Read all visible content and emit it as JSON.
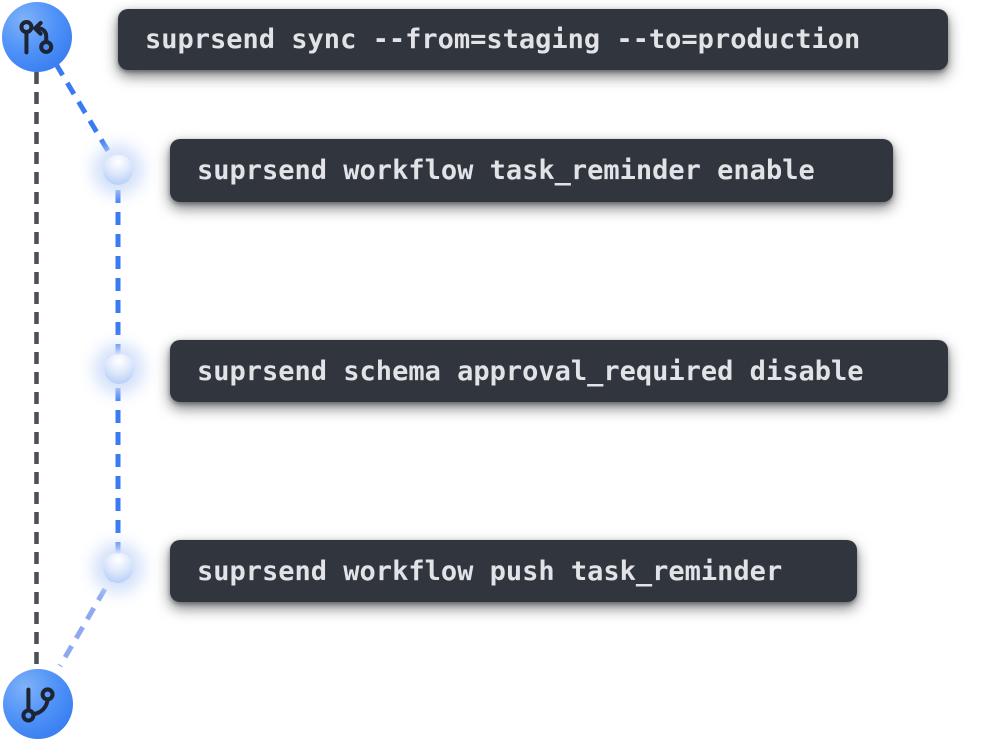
{
  "graphic": {
    "description": "CLI commands on a git-style vertical timeline",
    "commands": [
      {
        "text": "suprsend sync --from=staging --to=production"
      },
      {
        "text": "suprsend workflow task_reminder enable"
      },
      {
        "text": "suprsend schema approval_required disable"
      },
      {
        "text": "suprsend workflow push task_reminder"
      }
    ],
    "timeline": {
      "start_icon": "git-compare-arrows-icon",
      "end_icon": "git-branch-icon",
      "node_count": 3
    },
    "colors": {
      "background": "#ffffff",
      "command_box_bg": "#31353e",
      "command_text": "#e2e3e6",
      "blue_dashed_line": "#3b7bf2",
      "blue_dashed_line_light": "#8fa9ef",
      "gray_dashed_line": "#4b4f56",
      "endpoint_circle_blue": "#3b82f4",
      "icon_glyph": "#1d2433",
      "node_sphere": "#a9c5f6"
    }
  }
}
